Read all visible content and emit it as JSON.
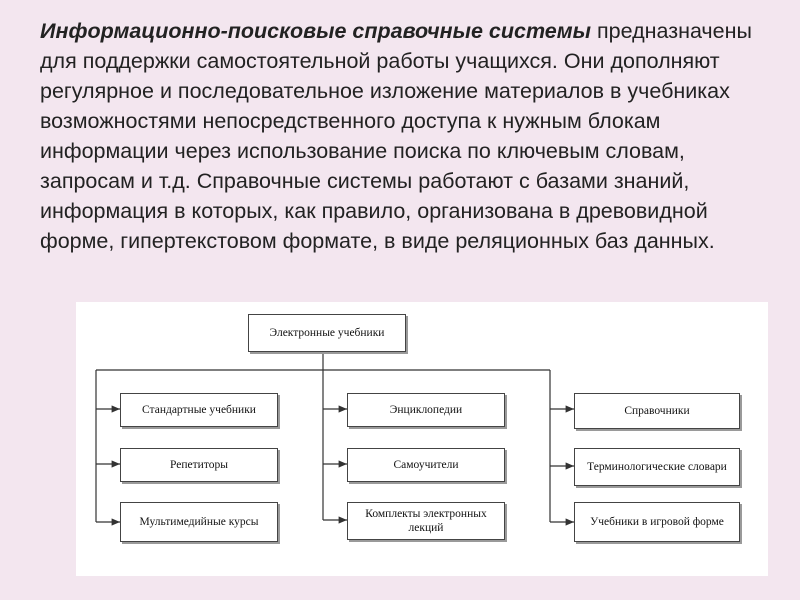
{
  "slide": {
    "title": "Информационно-поисковые справочные системы",
    "body": "предназначены для поддержки самостоятельной работы учащихся. Они дополняют регулярное и последовательное изложение материалов в учебниках возможностями непосредственного доступа к нужным блокам информации через использование поиска по ключевым словам, запросам и т.д. Справочные системы работают с базами знаний, информация в которых, как правило, организована в древовидной форме, гипертекстовом формате, в виде реляционных баз данных."
  },
  "diagram": {
    "root": "Электронные учебники",
    "columns": [
      [
        "Стандартные учебники",
        "Репетиторы",
        "Мультимедийные курсы"
      ],
      [
        "Энциклопедии",
        "Самоучители",
        "Комплекты электронных лекций"
      ],
      [
        "Справочники",
        "Терминологические словари",
        "Учебники в игровой форме"
      ]
    ]
  }
}
